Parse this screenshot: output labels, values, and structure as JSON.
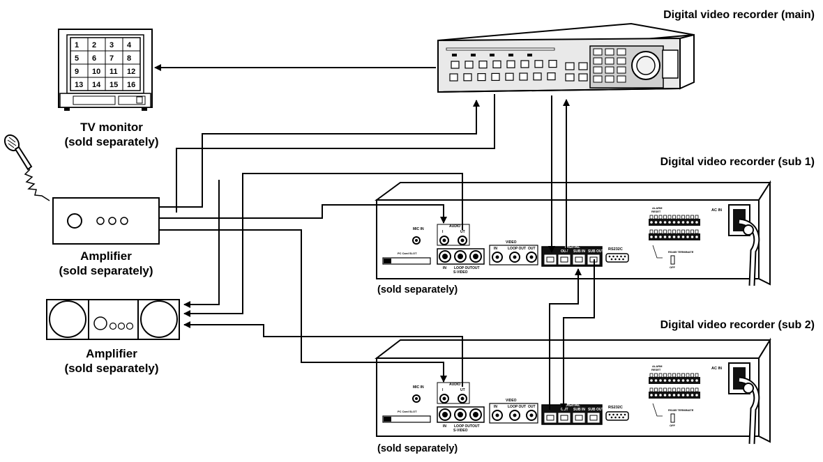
{
  "labels": {
    "dvr_main": "Digital video recorder (main)",
    "dvr_sub1": "Digital video recorder (sub 1)",
    "dvr_sub2": "Digital video recorder (sub 2)",
    "tv_monitor": "TV monitor",
    "tv_monitor_note": "(sold separately)",
    "amp1": "Amplifier",
    "amp1_note": "(sold separately)",
    "amp2": "Amplifier",
    "amp2_note": "(sold separately)",
    "sub1_note": "(sold separately)",
    "sub2_note": "(sold separately)"
  },
  "tv_grid": [
    "1",
    "2",
    "3",
    "4",
    "5",
    "6",
    "7",
    "8",
    "9",
    "10",
    "11",
    "12",
    "13",
    "14",
    "15",
    "16"
  ],
  "rear_panel": {
    "mic_in": "MIC IN",
    "audio": "AUDIO",
    "audio_in": "I",
    "audio_out": "UT",
    "video": "VIDEO",
    "video_in": "IN",
    "loop_out": "LOOP OUT",
    "video_out": "OUT",
    "svideo": "S-VIDEO",
    "svideo_in": "IN",
    "svideo_loop": "LOOP OUT",
    "svideo_out": "OUT",
    "digital": "DIGITAL",
    "dig_out": "OUT",
    "sub_in": "SUB IN",
    "sub_out": "SUB OUT",
    "rs232c": "RS232C",
    "ac_in": "AC IN",
    "pc_card": "PC Card SLOT",
    "alarm": "ALARM",
    "reset": "RESET",
    "terminate": "RS485 TERMINATE",
    "off": "OFF"
  },
  "colors": {
    "line": "#000000",
    "panel": "#ffffff",
    "device_fill": "#e4e4e4",
    "dark": "#111111"
  }
}
